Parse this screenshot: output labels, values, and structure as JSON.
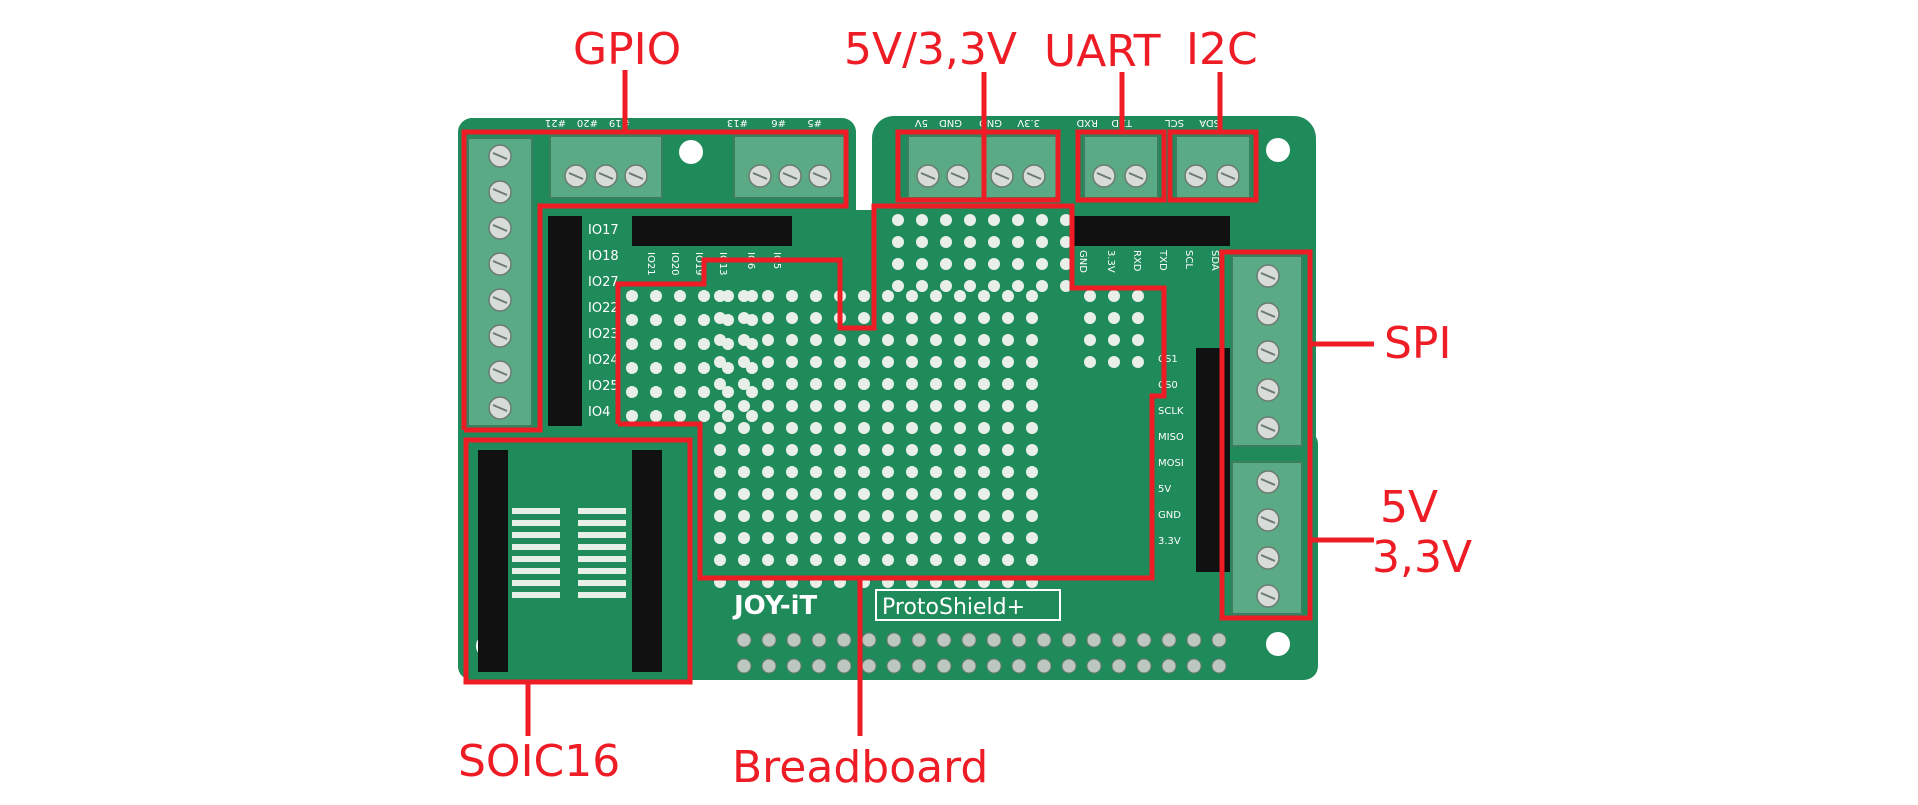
{
  "callouts": {
    "gpio": "GPIO",
    "power": "5V/3,3V",
    "uart": "UART",
    "i2c": "I2C",
    "spi": "SPI",
    "power_right_top": "5V",
    "power_right_bottom": "3,3V",
    "soic": "SOIC16",
    "breadboard": "Breadboard"
  },
  "board": {
    "brand": "JOY-iT",
    "product": "ProtoShield+",
    "top_pins_left": [
      "#21",
      "#20",
      "#19",
      "#13",
      "#6",
      "#5"
    ],
    "top_pins_right": [
      "5V",
      "GND",
      "GND",
      "3.3V",
      "RXD",
      "TXD",
      "SCL",
      "SDA"
    ],
    "left_header_labels": [
      "IO17",
      "IO18",
      "IO27",
      "IO22",
      "IO23",
      "IO24",
      "IO25",
      "IO4"
    ],
    "top_header_labels": [
      "IO21",
      "IO20",
      "IO19",
      "IO13",
      "IO6",
      "IO5"
    ],
    "right_header_labels": [
      "GND",
      "3.3V",
      "RXD",
      "TXD",
      "SCL",
      "SDA"
    ],
    "spi_header_labels": [
      "CS1",
      "CS0",
      "SCLK",
      "MISO",
      "MOSI",
      "5V",
      "GND",
      "3.3V"
    ]
  },
  "colors": {
    "callout": "#ee1c25",
    "pcb": "#1f8a5a",
    "terminal": "#5aab85",
    "header": "#111111"
  }
}
